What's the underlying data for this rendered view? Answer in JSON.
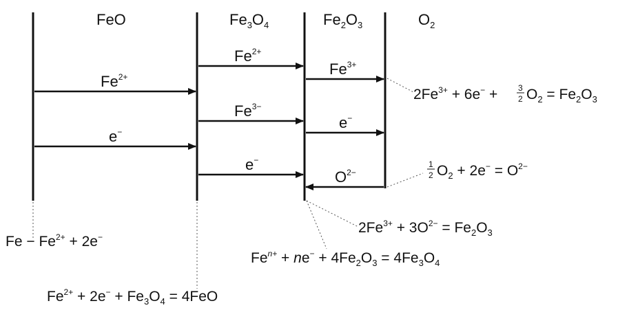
{
  "phases": {
    "feo": "FeO",
    "fe3o4": {
      "base": "Fe",
      "sub": "3",
      "mid": "O",
      "sub2": "4"
    },
    "fe2o3": {
      "base": "Fe",
      "sub": "2",
      "mid": "O",
      "sub2": "3"
    },
    "o2": {
      "base": "O",
      "sub": "2"
    }
  },
  "arrows": {
    "feo_fe2": {
      "base": "Fe",
      "sup": "2+"
    },
    "feo_e": {
      "base": "e",
      "sup": "−"
    },
    "fe3o4_fe2": {
      "base": "Fe",
      "sup": "2+"
    },
    "fe3o4_fe3": {
      "base": "Fe",
      "sup": "3−"
    },
    "fe3o4_e": {
      "base": "e",
      "sup": "−"
    },
    "fe2o3_fe3": {
      "base": "Fe",
      "sup": "3+"
    },
    "fe2o3_e": {
      "base": "e",
      "sup": "−"
    },
    "fe2o3_o2": {
      "base": "O",
      "sup": "2−"
    }
  },
  "equations": {
    "eq_fe2o3_outer": {
      "p1": "2Fe",
      "p1sup": "3+",
      "p2": " + 6e",
      "p2sup": "−",
      "p3": " + ",
      "frac_num": "3",
      "frac_den": "2",
      "p4": "O",
      "p4sub": "2",
      "p5": " = Fe",
      "p5sub": "2",
      "p6": "O",
      "p6sub": "3"
    },
    "eq_o2": {
      "frac_num": "1",
      "frac_den": "2",
      "p1": "O",
      "p1sub": "2",
      "p2": " + 2e",
      "p2sup": "−",
      "p3": " = O",
      "p3sup": "2−"
    },
    "eq_fe2o3_inner": {
      "p1": "2Fe",
      "p1sup": "3+",
      "p2": " + 3O",
      "p2sup": "2−",
      "p3": " = Fe",
      "p3sub": "2",
      "p4": "O",
      "p4sub": "3"
    },
    "eq_fe3o4": {
      "p1": "Fe",
      "p1sup": "n+",
      "p2": " + ",
      "p2i": "n",
      "p3": "e",
      "p3sup": "−",
      "p4": " + 4Fe",
      "p4sub": "2",
      "p5": "O",
      "p5sub": "3",
      "p6": " = 4Fe",
      "p6sub": "3",
      "p7": "O",
      "p7sub": "4"
    },
    "eq_fe": {
      "p1": "Fe",
      "p2": " − Fe",
      "p2sup": "2+",
      "p3": " + 2e",
      "p3sup": "−"
    },
    "eq_feo": {
      "p1": "Fe",
      "p1sup": "2+",
      "p2": " + 2e",
      "p2sup": "−",
      "p3": " + Fe",
      "p3sub": "3",
      "p4": "O",
      "p4sub": "4",
      "p5": " = 4FeO"
    }
  }
}
